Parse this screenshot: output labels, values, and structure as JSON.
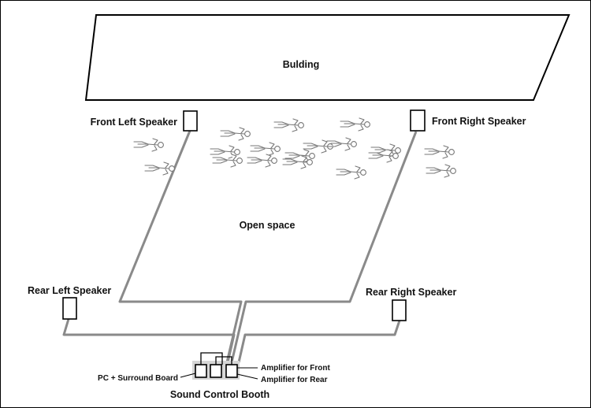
{
  "labels": {
    "building": "Bulding",
    "open_space": "Open space",
    "front_left": "Front Left Speaker",
    "front_right": "Front Right Speaker",
    "rear_left": "Rear Left Speaker",
    "rear_right": "Rear Right Speaker",
    "pc_board": "PC + Surround Board",
    "amp_front": "Amplifier for Front",
    "amp_rear": "Amplifier for Rear",
    "booth": "Sound Control Booth"
  },
  "colors": {
    "cable": "#8a8a8a",
    "outline": "#000000",
    "booth_bg": "#d6d6d6",
    "people": "#777777"
  }
}
